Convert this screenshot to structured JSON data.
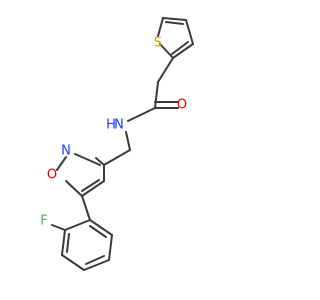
{
  "atoms": {
    "sulfur": {
      "symbol": "S",
      "color": "#c8a400"
    },
    "carbonyl_oxygen": {
      "symbol": "O",
      "color": "#e8000b"
    },
    "amide_nitrogen": {
      "symbol": "N",
      "color": "#1f3cff"
    },
    "amide_hydrogen": {
      "symbol": "H",
      "color": "#1f3cff"
    },
    "ring_nitrogen": {
      "symbol": "N",
      "color": "#1f3cff"
    },
    "ring_oxygen": {
      "symbol": "O",
      "color": "#e8000b"
    },
    "fluorine": {
      "symbol": "F",
      "color": "#4caf50"
    }
  }
}
